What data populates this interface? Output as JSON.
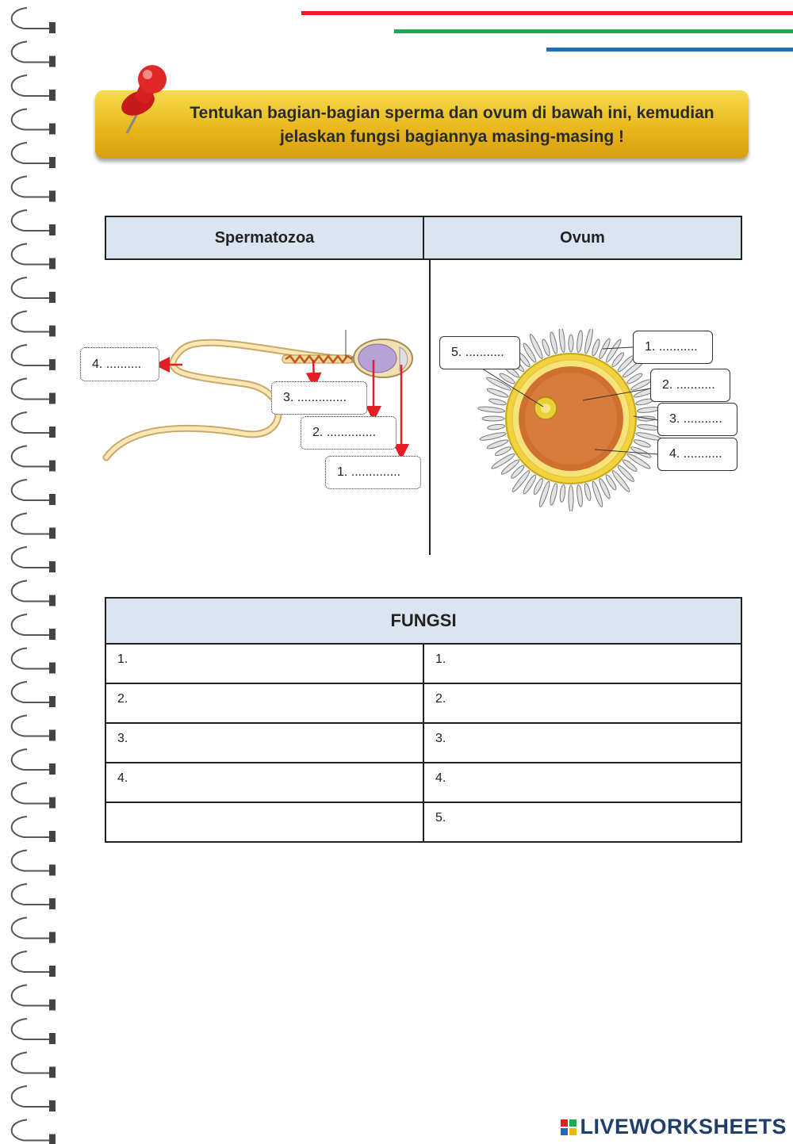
{
  "instruction": "Tentukan bagian-bagian sperma dan ovum di bawah ini, kemudian jelaskan fungsi bagiannya masing-masing !",
  "table": {
    "col_left": "Spermatozoa",
    "col_right": "Ovum"
  },
  "sperm_labels": {
    "l1": "1. ..............",
    "l2": "2. ..............",
    "l3": "3. ..............",
    "l4": "4. .........."
  },
  "ovum_labels": {
    "l1": "1. ...........",
    "l2": "2. ...........",
    "l3": "3. ...........",
    "l4": "4. ...........",
    "l5": "5. ..........."
  },
  "fungsi": {
    "title": "FUNGSI",
    "rows": [
      {
        "left": "1.",
        "right": "1."
      },
      {
        "left": "2.",
        "right": "2."
      },
      {
        "left": "3.",
        "right": "3."
      },
      {
        "left": "4.",
        "right": "4."
      },
      {
        "left": "",
        "right": "5."
      }
    ]
  },
  "watermark": "LIVEWORKSHEETS",
  "colors": {
    "stripe_red": "#e31e24",
    "stripe_green": "#1fa84f",
    "stripe_blue": "#1d70b8",
    "banner": "#e9b81c",
    "table_header": "#dbe5f1",
    "arrow": "#e31e24"
  }
}
